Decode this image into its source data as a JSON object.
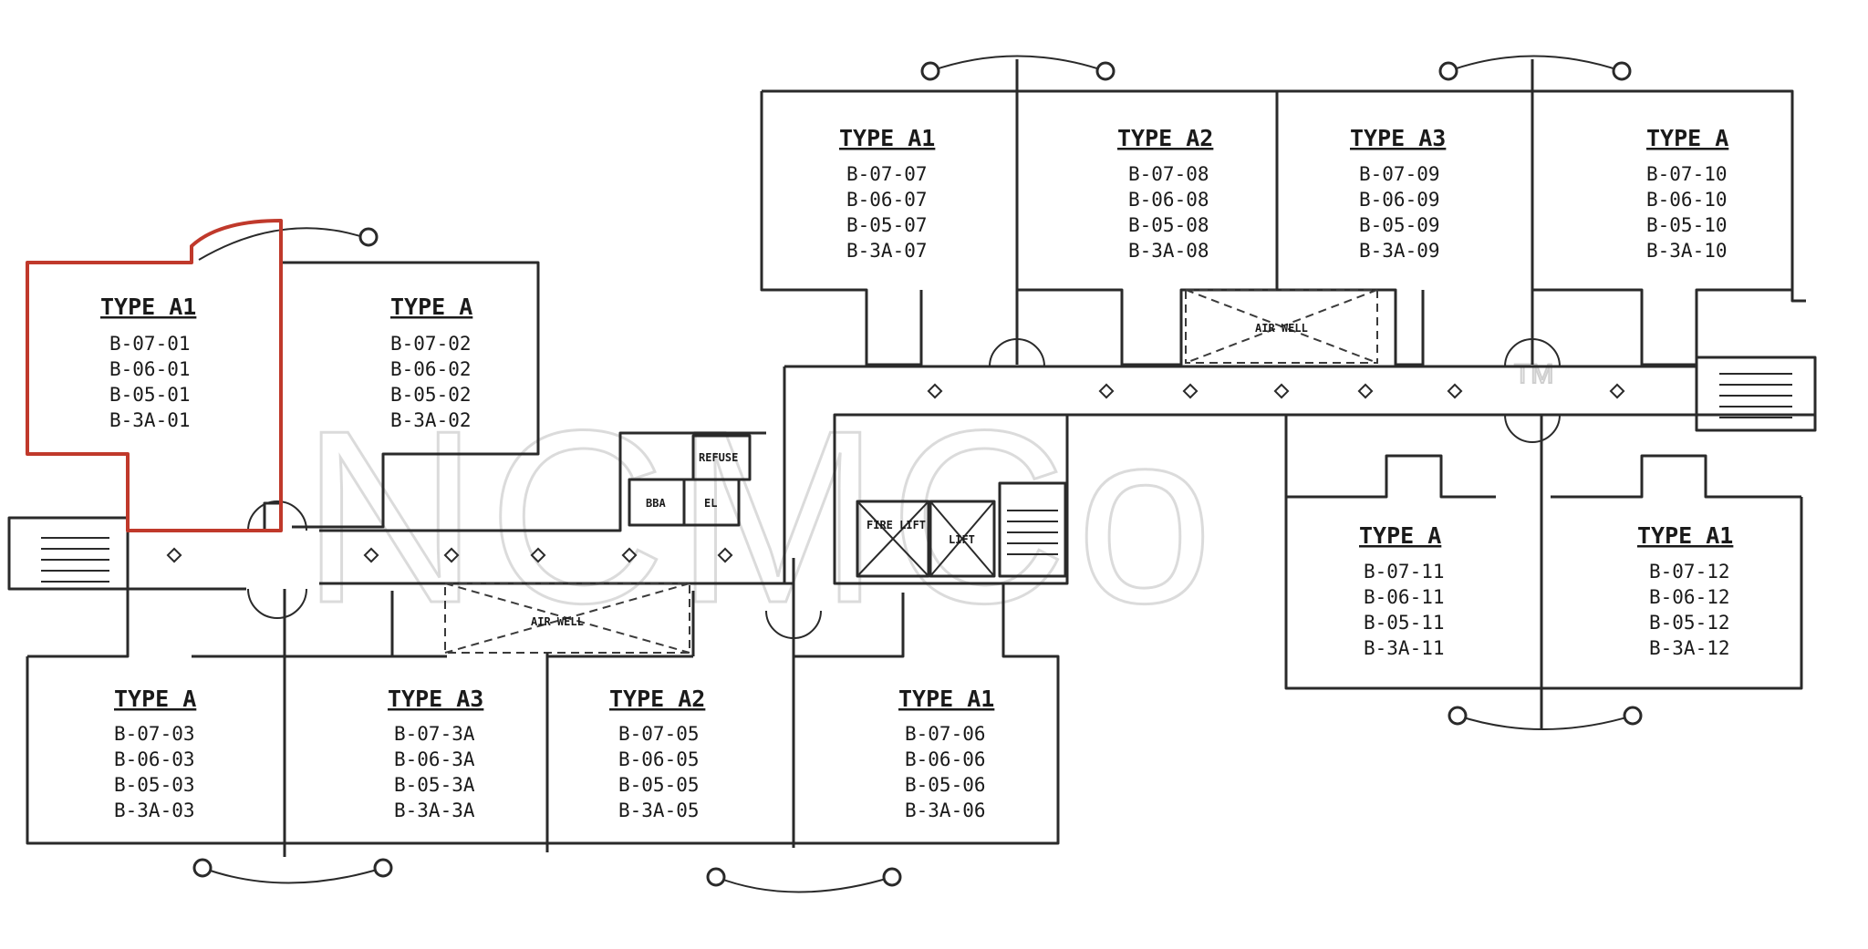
{
  "watermark": {
    "text": "NCMCo",
    "trademark": "TM"
  },
  "highlight_color": "#c0392b",
  "units": [
    {
      "type": "TYPE A1",
      "numbers": [
        "B-07-01",
        "B-06-01",
        "B-05-01",
        "B-3A-01"
      ],
      "highlighted": true
    },
    {
      "type": "TYPE A",
      "numbers": [
        "B-07-02",
        "B-06-02",
        "B-05-02",
        "B-3A-02"
      ]
    },
    {
      "type": "TYPE A",
      "numbers": [
        "B-07-03",
        "B-06-03",
        "B-05-03",
        "B-3A-03"
      ]
    },
    {
      "type": "TYPE A3",
      "numbers": [
        "B-07-3A",
        "B-06-3A",
        "B-05-3A",
        "B-3A-3A"
      ]
    },
    {
      "type": "TYPE A2",
      "numbers": [
        "B-07-05",
        "B-06-05",
        "B-05-05",
        "B-3A-05"
      ]
    },
    {
      "type": "TYPE A1",
      "numbers": [
        "B-07-06",
        "B-06-06",
        "B-05-06",
        "B-3A-06"
      ]
    },
    {
      "type": "TYPE A1",
      "numbers": [
        "B-07-07",
        "B-06-07",
        "B-05-07",
        "B-3A-07"
      ]
    },
    {
      "type": "TYPE A2",
      "numbers": [
        "B-07-08",
        "B-06-08",
        "B-05-08",
        "B-3A-08"
      ]
    },
    {
      "type": "TYPE A3",
      "numbers": [
        "B-07-09",
        "B-06-09",
        "B-05-09",
        "B-3A-09"
      ]
    },
    {
      "type": "TYPE A",
      "numbers": [
        "B-07-10",
        "B-06-10",
        "B-05-10",
        "B-3A-10"
      ]
    },
    {
      "type": "TYPE A",
      "numbers": [
        "B-07-11",
        "B-06-11",
        "B-05-11",
        "B-3A-11"
      ]
    },
    {
      "type": "TYPE A1",
      "numbers": [
        "B-07-12",
        "B-06-12",
        "B-05-12",
        "B-3A-12"
      ]
    }
  ],
  "rooms": {
    "air_well_1": "AIR WELL",
    "air_well_2": "AIR WELL",
    "refuse": "REFUSE",
    "bomba": "BBA",
    "electrical": "EL",
    "fire_lift": "FIRE LIFT",
    "lift": "LIFT"
  }
}
